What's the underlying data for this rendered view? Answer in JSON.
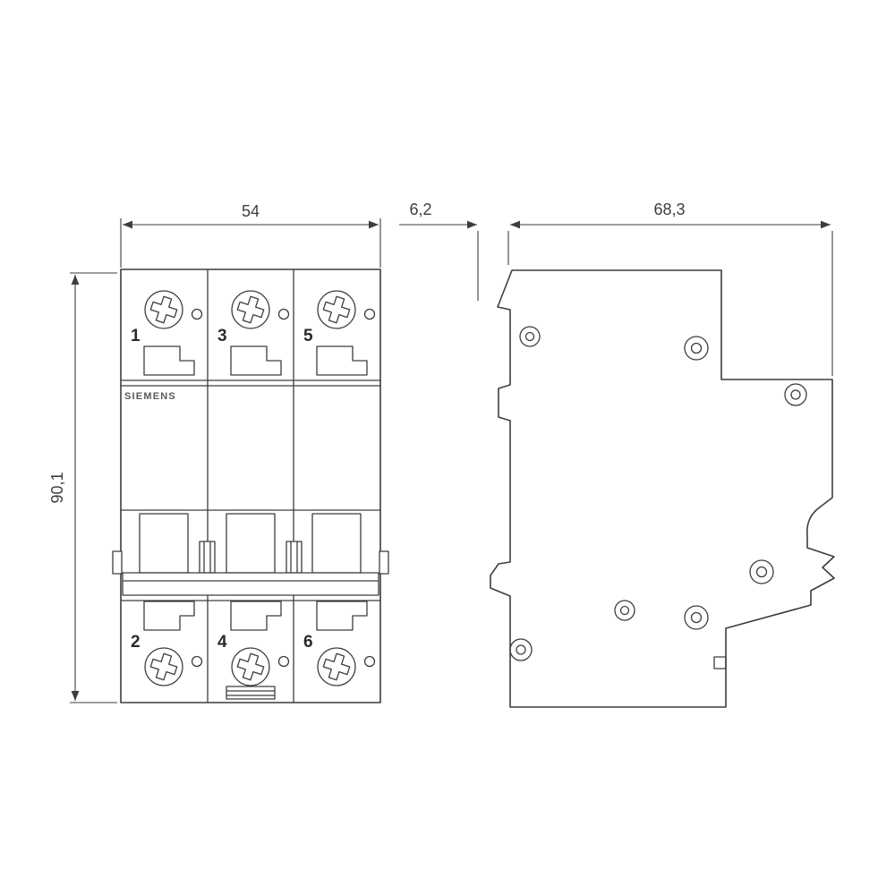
{
  "drawing": {
    "front_view": {
      "width_dim": "54",
      "height_dim": "90,1",
      "brand": "SIEMENS",
      "terminals_top": [
        "1",
        "3",
        "5"
      ],
      "terminals_bottom": [
        "2",
        "4",
        "6"
      ]
    },
    "side_view": {
      "front_depth_dim": "6,2",
      "body_depth_dim": "68,3"
    },
    "colors": {
      "line": "#3d3d3d",
      "background": "#ffffff"
    }
  }
}
